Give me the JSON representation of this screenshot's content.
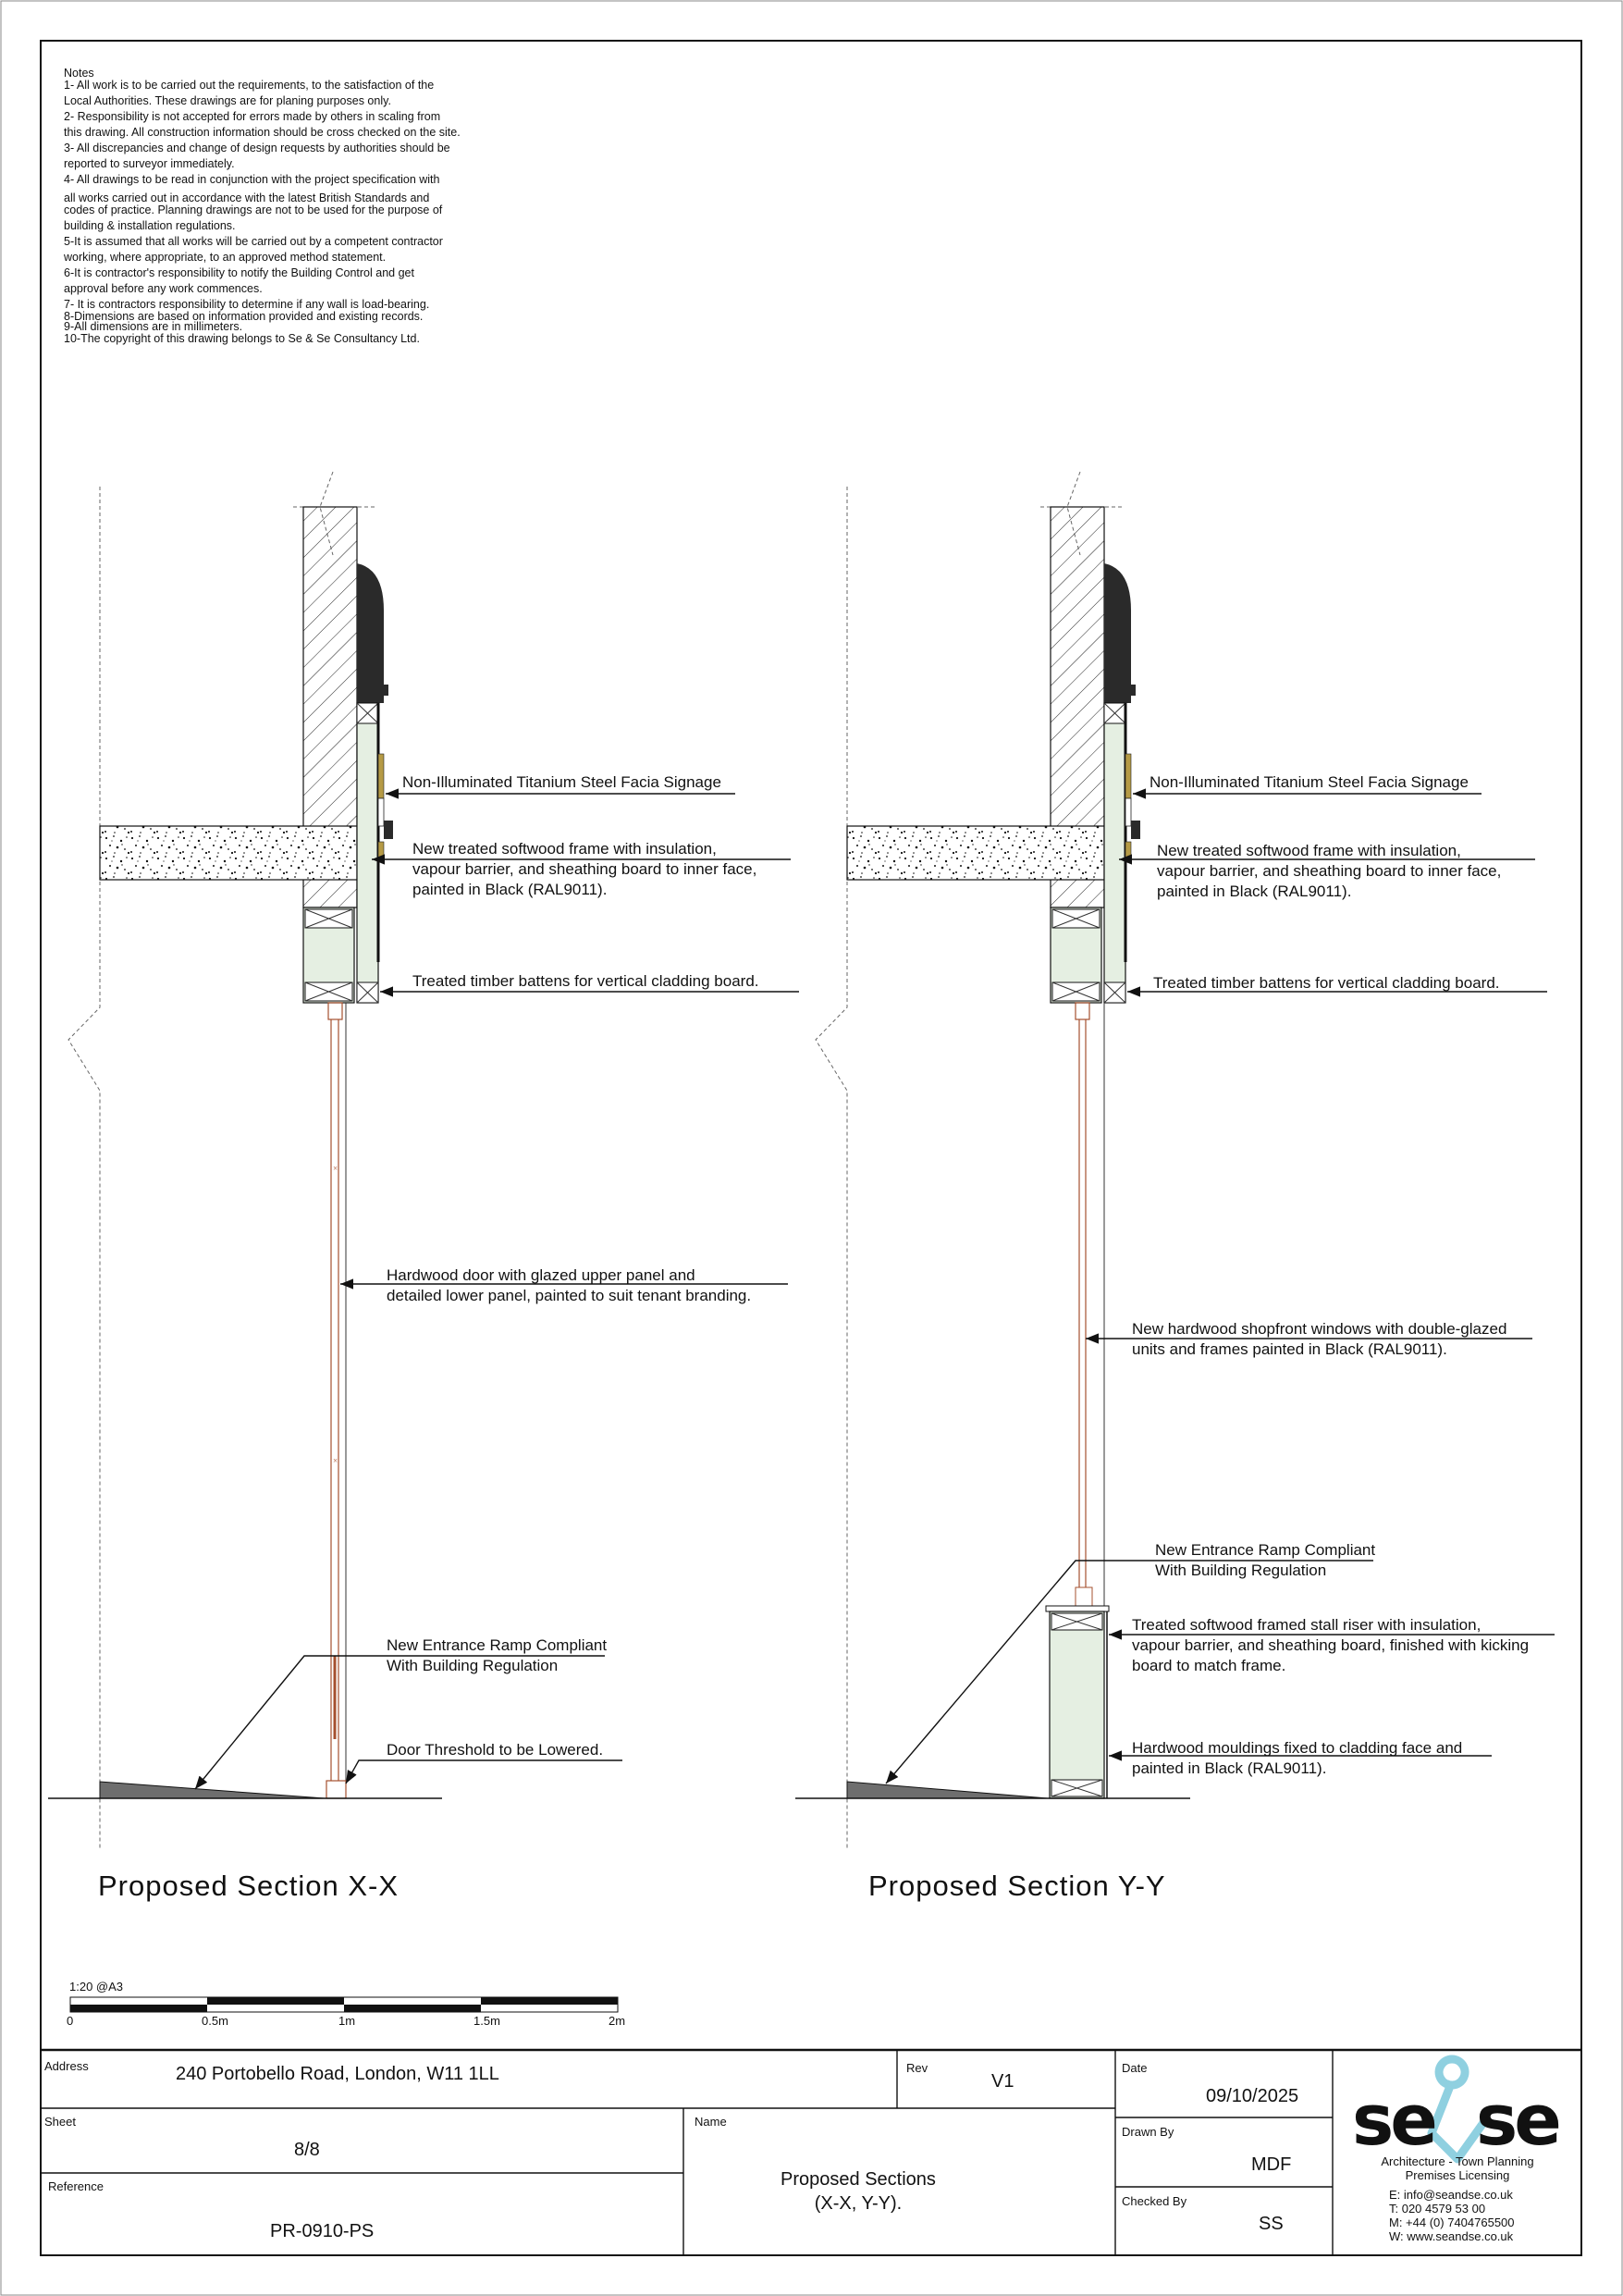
{
  "notes": {
    "heading": "Notes",
    "lines": [
      "1- All work is to be carried out the requirements, to the satisfaction of the",
      "Local Authorities. These drawings are for planing purposes only.",
      "2- Responsibility is not accepted for errors made by others in scaling from",
      "this drawing. All construction information should be cross checked on the site.",
      "3- All discrepancies and change of design requests by authorities should be",
      "reported to surveyor immediately.",
      "4- All drawings to be read in conjunction with the project specification with",
      "all works carried out in accordance with the latest British Standards and",
      "codes of practice. Planning drawings are not to be used for the purpose of",
      "building & installation regulations.",
      "5-It is assumed that all works will be carried out by a competent contractor",
      "working, where appropriate, to an approved method statement.",
      "6-It is contractor's responsibility to notify the Building Control and get",
      "approval before any work commences.",
      "7- It is contractors responsibility to determine if any wall is load-bearing.",
      "8-Dimensions are based on information provided and existing records.",
      "9-All dimensions are in millimeters.",
      "10-The copyright of this drawing belongs to Se & Se Consultancy Ltd."
    ]
  },
  "section_xx": {
    "title": "Proposed Section X-X",
    "signage": "Non-Illuminated Titanium Steel Facia Signage",
    "frame": [
      "New treated softwood frame with insulation,",
      "vapour barrier, and sheathing board to inner face,",
      "painted in Black (RAL9011)."
    ],
    "battens": "Treated timber battens for vertical cladding board.",
    "door": [
      "Hardwood door with glazed upper panel and",
      "detailed lower panel, painted to suit tenant branding."
    ],
    "ramp": [
      "New Entrance Ramp Compliant",
      "With Building Regulation"
    ],
    "threshold": "Door Threshold to be Lowered."
  },
  "section_yy": {
    "title": "Proposed Section Y-Y",
    "signage": "Non-Illuminated Titanium Steel Facia Signage",
    "frame": [
      "New treated softwood frame with insulation,",
      "vapour barrier, and sheathing board to inner face,",
      "painted in Black (RAL9011)."
    ],
    "battens": "Treated timber battens for vertical cladding board.",
    "windows": [
      "New hardwood shopfront windows with double-glazed",
      "units and frames painted in Black (RAL9011)."
    ],
    "ramp": [
      "New Entrance Ramp Compliant",
      "With Building Regulation"
    ],
    "stall_riser": [
      "Treated softwood framed stall riser with insulation,",
      "vapour barrier, and sheathing board, finished with kicking",
      "board to match frame."
    ],
    "mouldings": [
      "Hardwood mouldings fixed to cladding face and",
      "painted in Black (RAL9011)."
    ]
  },
  "scale_bar": {
    "label": "1:20 @A3",
    "ticks": [
      "0",
      "0.5m",
      "1m",
      "1.5m",
      "2m"
    ]
  },
  "title_block": {
    "address_label": "Address",
    "address": "240 Portobello Road, London, W11 1LL",
    "rev_label": "Rev",
    "rev": "V1",
    "date_label": "Date",
    "date": "09/10/2025",
    "sheet_label": "Sheet",
    "sheet": "8/8",
    "name_label": "Name",
    "name": [
      "Proposed Sections",
      "(X-X, Y-Y)."
    ],
    "reference_label": "Reference",
    "reference": "PR-0910-PS",
    "drawn_by_label": "Drawn By",
    "drawn_by": "MDF",
    "checked_by_label": "Checked By",
    "checked_by": "SS"
  },
  "company": {
    "logo_text": "se&se",
    "tagline": [
      "Architecture - Town Planning",
      "Premises Licensing"
    ],
    "email": "E: info@seandse.co.uk",
    "phone": "T: 020 4579 53 00",
    "mobile": "M: +44 (0) 7404765500",
    "web": "W: www.seandse.co.uk"
  },
  "colors": {
    "insulation": "#e5efe2",
    "fascia": "#2a2a2a",
    "signage": "#b59a45",
    "door_frame": "#a5502f",
    "ramp": "#6e6e6e",
    "logo_accent": "#8fd0e0"
  }
}
